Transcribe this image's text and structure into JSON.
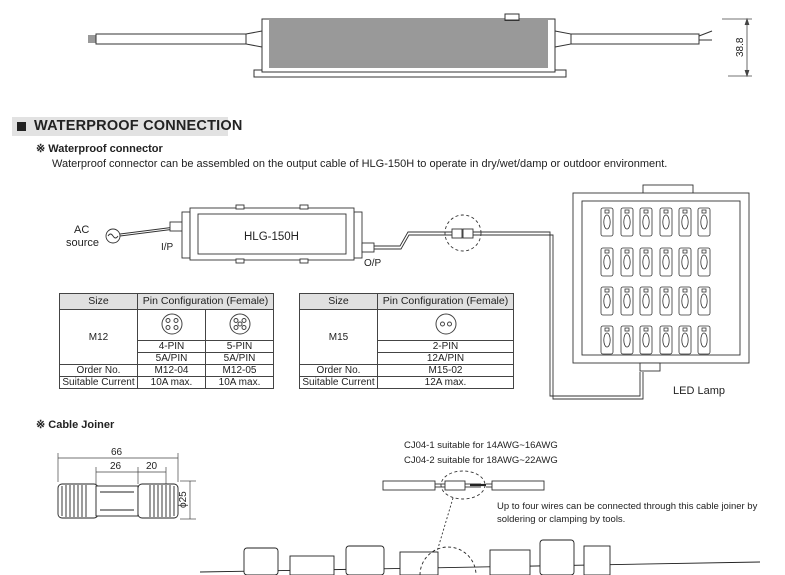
{
  "drawing": {
    "dimension_height": "38.8"
  },
  "section": {
    "title": "WATERPROOF CONNECTION"
  },
  "waterproof_connector": {
    "heading": "※ Waterproof connector",
    "description": "Waterproof connector can be assembled on the output cable of HLG-150H to operate in dry/wet/damp or outdoor environment."
  },
  "wiring_diagram": {
    "ac_source_label_1": "AC",
    "ac_source_label_2": "source",
    "input_label": "I/P",
    "output_label": "O/P",
    "psu_label": "HLG-150H",
    "lamp_label": "LED Lamp"
  },
  "table_m12": {
    "header_size": "Size",
    "header_pin": "Pin Configuration (Female)",
    "size": "M12",
    "pin_a": "4-PIN",
    "pin_b": "5-PIN",
    "rating_a": "5A/PIN",
    "rating_b": "5A/PIN",
    "order_label": "Order No.",
    "order_a": "M12-04",
    "order_b": "M12-05",
    "current_label": "Suitable Current",
    "current_a": "10A max.",
    "current_b": "10A max."
  },
  "table_m15": {
    "header_size": "Size",
    "header_pin": "Pin Configuration (Female)",
    "size": "M15",
    "pin": "2-PIN",
    "rating": "12A/PIN",
    "order_label": "Order No.",
    "order": "M15-02",
    "current_label": "Suitable Current",
    "current": "12A max."
  },
  "cable_joiner": {
    "heading": "※ Cable Joiner",
    "dim_total": "66",
    "dim_a": "26",
    "dim_b": "20",
    "dim_dia": "ϕ25",
    "model_1": "CJ04-1 suitable for 14AWG~16AWG",
    "model_2": "CJ04-2 suitable for 18AWG~22AWG",
    "note_1": "Up to four wires can be connected through this cable joiner by",
    "note_2": "soldering or clamping by tools."
  }
}
